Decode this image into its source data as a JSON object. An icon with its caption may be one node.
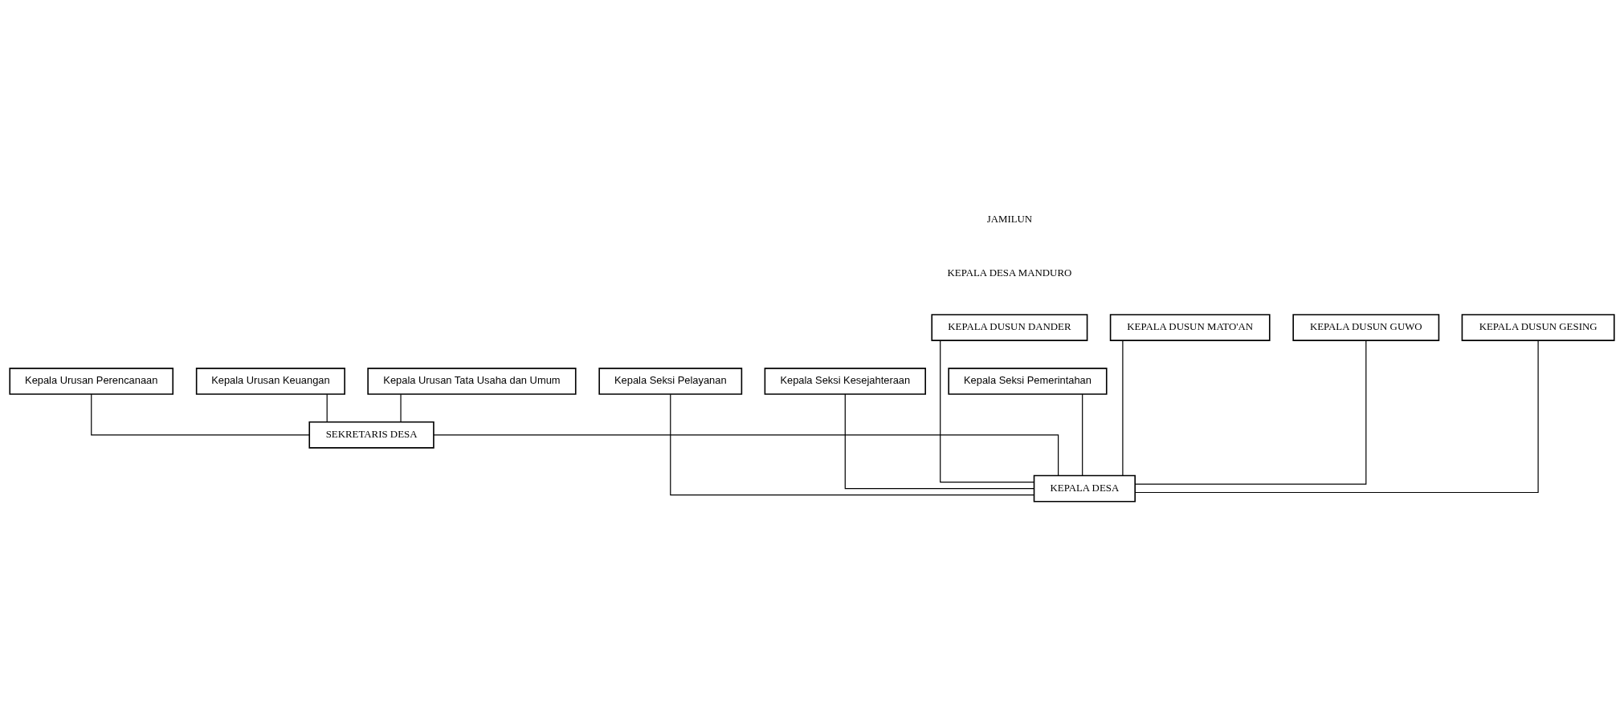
{
  "diagram": {
    "nodes": [
      {
        "text": [
          "KEPALA DESA"
        ]
      },
      {
        "text": [
          "SEKRETARIS DESA"
        ]
      },
      {
        "text": [
          "Kepala Urusan Perencanaan"
        ]
      },
      {
        "text": [
          "Kepala Urusan Keuangan"
        ]
      },
      {
        "text": [
          "Kepala Urusan Tata Usaha dan Umum"
        ]
      },
      {
        "text": [
          "Kepala Seksi Pelayanan"
        ]
      },
      {
        "text": [
          "Kepala Seksi Kesejahteraan"
        ]
      },
      {
        "text": [
          "Kepala Seksi Pemerintahan"
        ]
      },
      {
        "text": [
          "KEPALA DUSUN DANDER"
        ]
      },
      {
        "text": [
          "KEPALA DUSUN MATO'AN"
        ]
      },
      {
        "text": [
          "KEPALA DUSUN GUWO"
        ]
      },
      {
        "text": [
          "KEPALA DUSUN GESING"
        ]
      }
    ],
    "edges": [
      {
        "from": 0,
        "to": 1,
        "arrow": "none"
      },
      {
        "from": 0,
        "to": 5,
        "arrow": "none"
      },
      {
        "from": 0,
        "to": 6,
        "arrow": "none"
      },
      {
        "from": 0,
        "to": 7,
        "arrow": "none"
      },
      {
        "from": 1,
        "to": 2,
        "arrow": "none"
      },
      {
        "from": 1,
        "to": 3,
        "arrow": "none"
      },
      {
        "from": 1,
        "to": 4,
        "arrow": "none"
      },
      {
        "from": 0,
        "to": 8,
        "arrow": "none"
      },
      {
        "from": 0,
        "to": 9,
        "arrow": "none"
      },
      {
        "from": 0,
        "to": 10,
        "arrow": "none"
      },
      {
        "from": 0,
        "to": 11,
        "arrow": "none"
      }
    ],
    "labels": [
      "KEPALA DESA MANDURO",
      "JAMILUN"
    ]
  }
}
